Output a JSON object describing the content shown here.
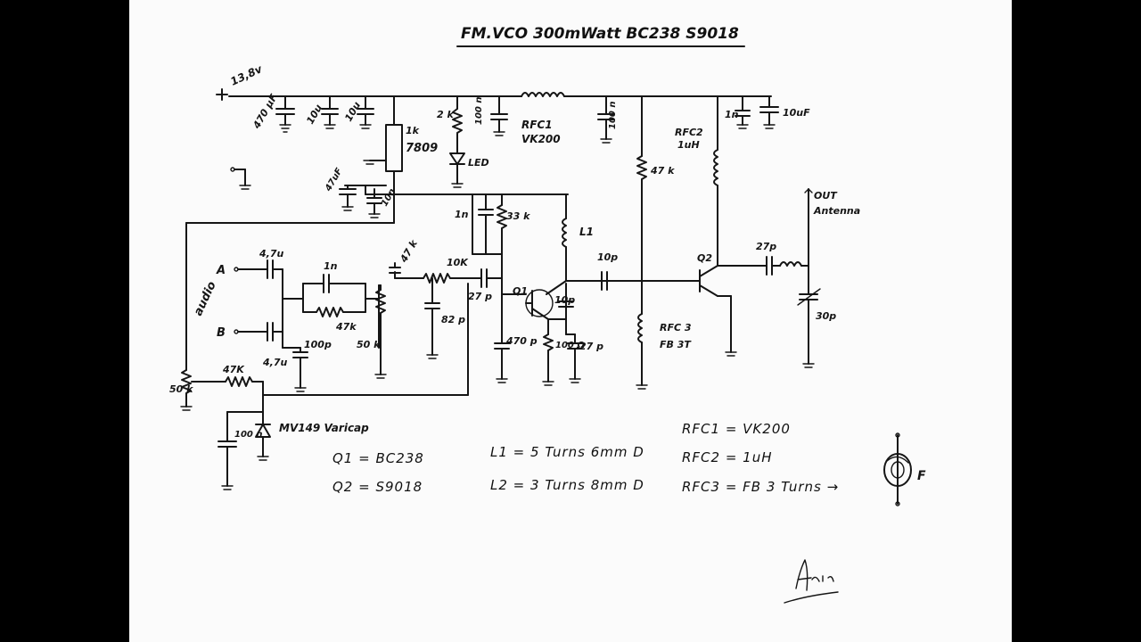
{
  "title": "FM.VCO 300mWatt BC238 S9018",
  "labels": {
    "supply": "13,8v",
    "c470": "470 µF",
    "c10u": "10u",
    "c10u_b": "10u",
    "r_reg": "1k",
    "reg": "7809",
    "r2k": "2 k",
    "led": "LED",
    "c100n_a": "100 n",
    "rfc1": "RFC1",
    "rfc1_type": "VK200",
    "c100n_b": "100 n",
    "rfc2": "RFC2",
    "rfc2_val": "1uH",
    "c1n_top": "1n",
    "c10uF": "10uF",
    "c47u": "47uF",
    "c10n": "10n",
    "r47k_bias": "47 k",
    "out": "OUT",
    "antenna": "Antenna",
    "c1n_mid": "1n",
    "r33k": "33 k",
    "l1": "L1",
    "c10p_a": "10p",
    "q2": "Q2",
    "c27p_out": "27p",
    "c47u_a": "4,7u",
    "in_a": "A",
    "c1n_in": "1n",
    "audio": "audio",
    "r47k_in": "47k",
    "in_b": "B",
    "c47u_b": "4,7u",
    "c100p": "100p",
    "pot50k": "50 k",
    "r47k_pot": "47 k",
    "r10k": "10K",
    "c82p": "82 p",
    "c27p_b": "27 p",
    "q1": "Q1",
    "c10p_b": "10p",
    "c470p": "470 p",
    "r100": "100 Ω",
    "c27p_e": "27 p",
    "rfc3": "RFC 3",
    "fb3t": "FB 3T",
    "c30p": "30p",
    "pot50k_b": "50 k",
    "r47k_b": "47K",
    "varicap": "MV149 Varicap",
    "c100n_c": "100 n"
  },
  "legend": {
    "q1": "Q1 = BC238",
    "q2": "Q2 = S9018",
    "l1": "L1 = 5 Turns 6mm D",
    "l2": "L2 = 3 Turns 8mm D",
    "rfc1": "RFC1 = VK200",
    "rfc2": "RFC2 = 1uH",
    "rfc3": "RFC3 = FB 3 Turns →",
    "ferrite": "F"
  },
  "signature": "Aris"
}
